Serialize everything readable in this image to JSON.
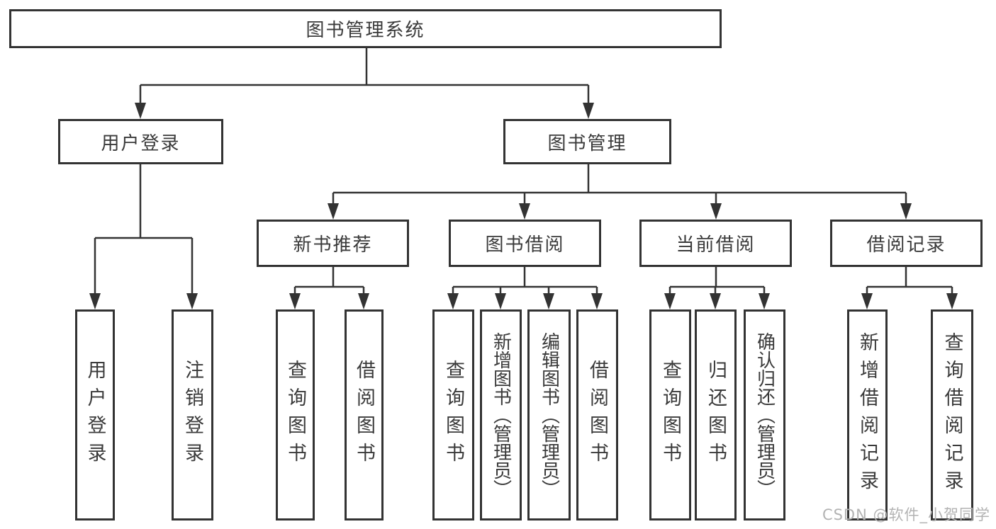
{
  "colors": {
    "line": "#333333",
    "text": "#3a3a3a",
    "watermark": "#b3b3b3",
    "background": "#ffffff"
  },
  "watermark": {
    "text": "CSDN @软件_小贺同学"
  },
  "tree": {
    "root": {
      "label": "图书管理系统"
    },
    "branches": [
      {
        "label": "用户登录",
        "children": [
          {
            "label": "用户登录"
          },
          {
            "label": "注销登录"
          }
        ]
      },
      {
        "label": "图书管理",
        "children": [
          {
            "label": "新书推荐",
            "children": [
              {
                "label": "查询图书"
              },
              {
                "label": "借阅图书"
              }
            ]
          },
          {
            "label": "图书借阅",
            "children": [
              {
                "label": "查询图书"
              },
              {
                "label": "新增图书（管理员）"
              },
              {
                "label": "编辑图书（管理员）"
              },
              {
                "label": "借阅图书"
              }
            ]
          },
          {
            "label": "当前借阅",
            "children": [
              {
                "label": "查询图书"
              },
              {
                "label": "归还图书"
              },
              {
                "label": "确认归还（管理员）"
              }
            ]
          },
          {
            "label": "借阅记录",
            "children": [
              {
                "label": "新增借阅记录"
              },
              {
                "label": "查询借阅记录"
              }
            ]
          }
        ]
      }
    ]
  }
}
